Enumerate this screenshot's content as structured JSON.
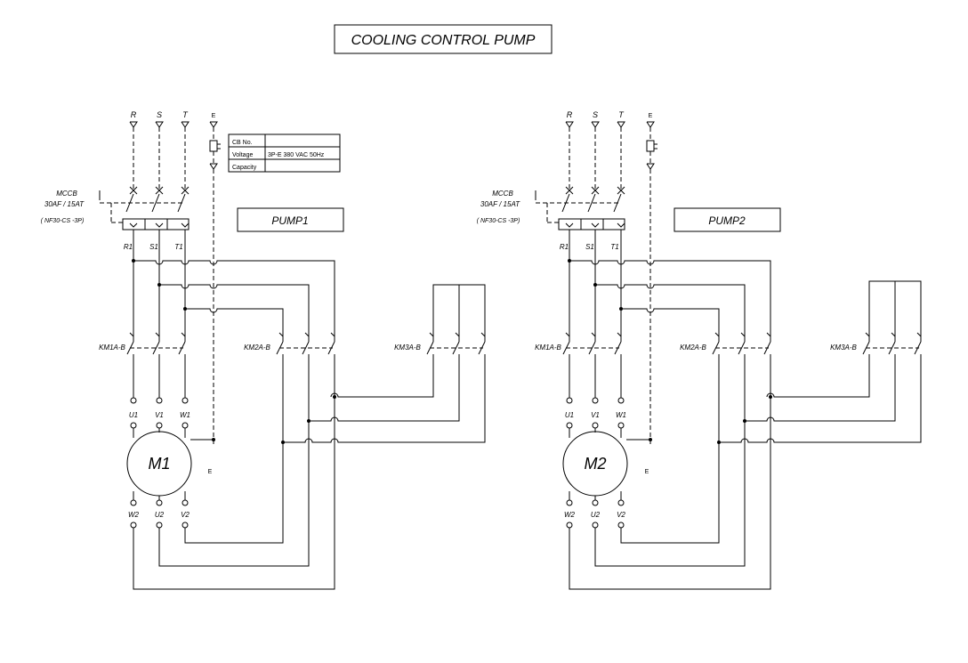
{
  "title": "COOLING CONTROL PUMP",
  "info_table": [
    {
      "label": "CB No.",
      "value": ""
    },
    {
      "label": "Voltage",
      "value": "3P-E  380  VAC  50Hz"
    },
    {
      "label": "Capacity",
      "value": ""
    }
  ],
  "circuits": [
    {
      "pump_label": "PUMP1",
      "motor_label": "M1",
      "phase_labels": [
        "R",
        "S",
        "T"
      ],
      "earth_label": "E",
      "mccb": {
        "name": "MCCB",
        "rating": "30AF / 15AT",
        "model": "( NF30-CS -3P)"
      },
      "breaker_out_labels": [
        "R1",
        "S1",
        "T1"
      ],
      "contactors": [
        "KM1A-B",
        "KM2A-B",
        "KM3A-B"
      ],
      "motor_top_terminals": [
        "U1",
        "V1",
        "W1"
      ],
      "motor_bottom_terminals": [
        "W2",
        "U2",
        "V2"
      ],
      "motor_earth_label": "E"
    },
    {
      "pump_label": "PUMP2",
      "motor_label": "M2",
      "phase_labels": [
        "R",
        "S",
        "T"
      ],
      "earth_label": "E",
      "mccb": {
        "name": "MCCB",
        "rating": "30AF / 15AT",
        "model": "( NF30-CS -3P)"
      },
      "breaker_out_labels": [
        "R1",
        "S1",
        "T1"
      ],
      "contactors": [
        "KM1A-B",
        "KM2A-B",
        "KM3A-B"
      ],
      "motor_top_terminals": [
        "U1",
        "V1",
        "W1"
      ],
      "motor_bottom_terminals": [
        "W2",
        "U2",
        "V2"
      ],
      "motor_earth_label": "E"
    }
  ]
}
